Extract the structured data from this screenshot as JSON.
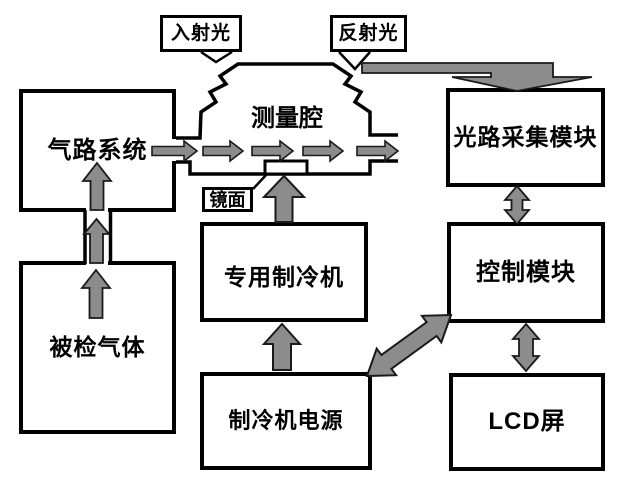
{
  "diagram": {
    "description": "Block diagram of an infrared gas detection system with measurement chamber, optics and control electronics",
    "nodes": {
      "incident_light": {
        "label": "入射光"
      },
      "reflected_light": {
        "label": "反射光"
      },
      "measurement_chamber": {
        "label": "测量腔"
      },
      "mirror": {
        "label": "镜面"
      },
      "gas_path_system": {
        "label": "气路系统"
      },
      "sample_gas": {
        "label": "被检气体"
      },
      "dedicated_cooler": {
        "label": "专用制冷机"
      },
      "cooler_power": {
        "label": "制冷机电源"
      },
      "optical_collection_module": {
        "label": "光路采集模块"
      },
      "control_module": {
        "label": "控制模块"
      },
      "lcd_screen": {
        "label": "LCD屏"
      }
    },
    "edges": [
      {
        "from": "sample_gas",
        "to": "gas_path_system",
        "style": "gray-up-arrows"
      },
      {
        "from": "gas_path_system",
        "to": "measurement_chamber",
        "style": "gray-flow-arrows-right"
      },
      {
        "from": "incident_light",
        "to": "measurement_chamber",
        "style": "callout-to-window"
      },
      {
        "from": "measurement_chamber",
        "to": "reflected_light",
        "style": "callout-from-window"
      },
      {
        "from": "measurement_chamber",
        "to": "optical_collection_module",
        "style": "bent-beam-arrow"
      },
      {
        "from": "mirror",
        "to": "measurement_chamber",
        "style": "callout-line"
      },
      {
        "from": "dedicated_cooler",
        "to": "measurement_chamber",
        "style": "gray-up-arrow"
      },
      {
        "from": "cooler_power",
        "to": "dedicated_cooler",
        "style": "gray-up-arrow"
      },
      {
        "from": "cooler_power",
        "to": "control_module",
        "style": "double-headed-diagonal"
      },
      {
        "from": "optical_collection_module",
        "to": "control_module",
        "style": "double-headed-vertical"
      },
      {
        "from": "control_module",
        "to": "lcd_screen",
        "style": "double-headed-vertical"
      }
    ],
    "colors": {
      "background": "#ffffff",
      "box_fill": "#ffffff",
      "line": "#000000",
      "arrow_fill": "#8c8c8c",
      "arrow_outline": "#1a1a1a"
    }
  }
}
